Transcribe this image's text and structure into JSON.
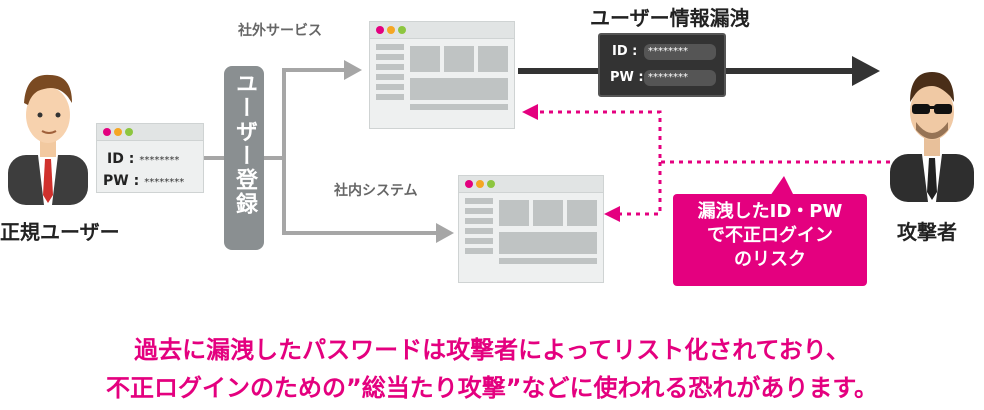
{
  "labels": {
    "external_service": "社外サービス",
    "internal_system": "社内システム",
    "leak_title": "ユーザー情報漏洩",
    "legit_user": "正規ユーザー",
    "attacker": "攻撃者",
    "registration": "ユーザー登録"
  },
  "credentials_user": {
    "id_label": "ID :",
    "id_value": "********",
    "pw_label": "PW :",
    "pw_value": "********"
  },
  "credentials_leak": {
    "id_label": "ID :",
    "id_value": "********",
    "pw_label": "PW :",
    "pw_value": "********"
  },
  "risk_box": {
    "line1": "漏洩したID・PW",
    "line2": "で不正ログイン",
    "line3": "のリスク"
  },
  "caption": {
    "line1": "過去に漏洩したパスワードは攻撃者によってリスト化されており、",
    "line2": "不正ログインのための”総当たり攻撃”などに使われる恐れがあります。"
  },
  "colors": {
    "accent": "#e4007f",
    "dark": "#333333",
    "gray_arrow": "#a6a6a6"
  }
}
